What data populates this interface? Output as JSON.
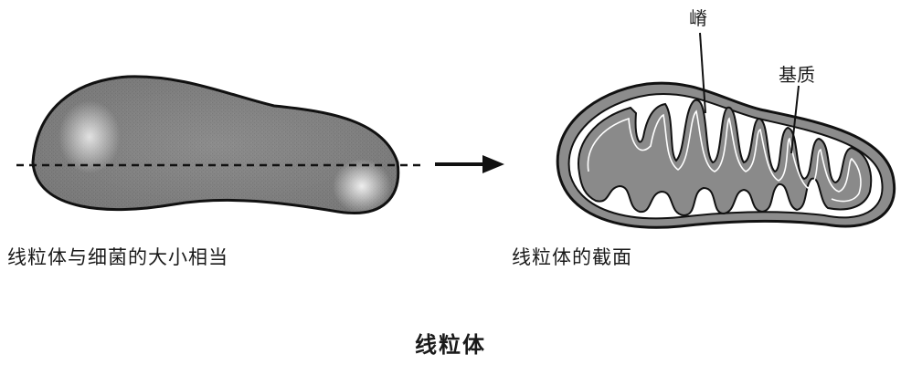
{
  "labels": {
    "crista": "嵴",
    "matrix": "基质"
  },
  "captions": {
    "left": "线粒体与细菌的大小相当",
    "right": "线粒体的截面"
  },
  "title": "线粒体",
  "colors": {
    "outline": "#111111",
    "fill_dark": "#6e6e6e",
    "fill_mid": "#8c8c8c",
    "highlight": "#e2e2e2",
    "background": "#ffffff"
  }
}
